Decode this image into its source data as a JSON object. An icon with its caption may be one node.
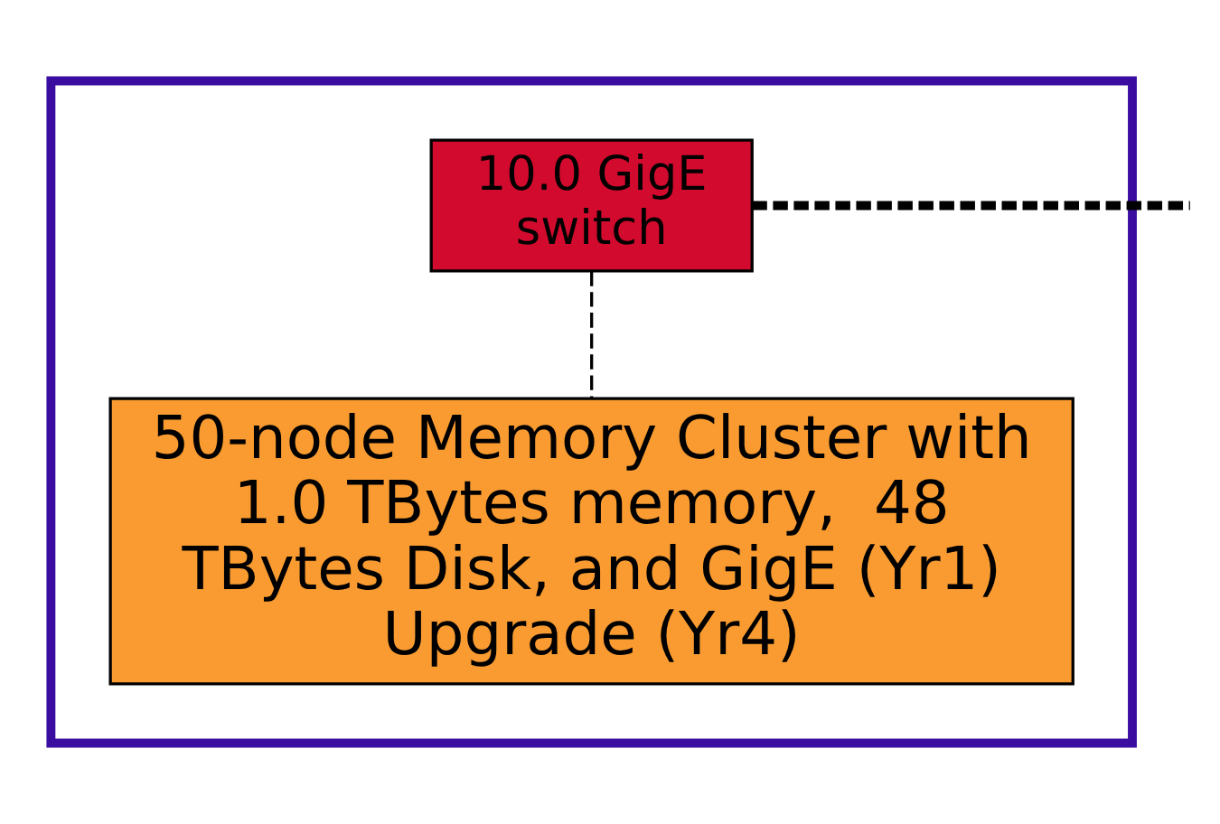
{
  "diagram": {
    "nodes": [
      {
        "text": [],
        "shape": "box"
      },
      {
        "text": [
          "10.0 GigE switch"
        ],
        "in": 0
      },
      {
        "text": [
          "50-node Memory Cluster with 1.0 TBytes memory,  48 TBytes Disk, and GigE (Yr1) Upgrade (Yr4)"
        ],
        "in": 0
      }
    ],
    "edges": [
      {
        "from": 1,
        "to": 2,
        "arrow": "none",
        "style": "dashed"
      },
      {
        "from": 1,
        "to": null,
        "arrow": "none",
        "style": "dashed"
      }
    ]
  }
}
